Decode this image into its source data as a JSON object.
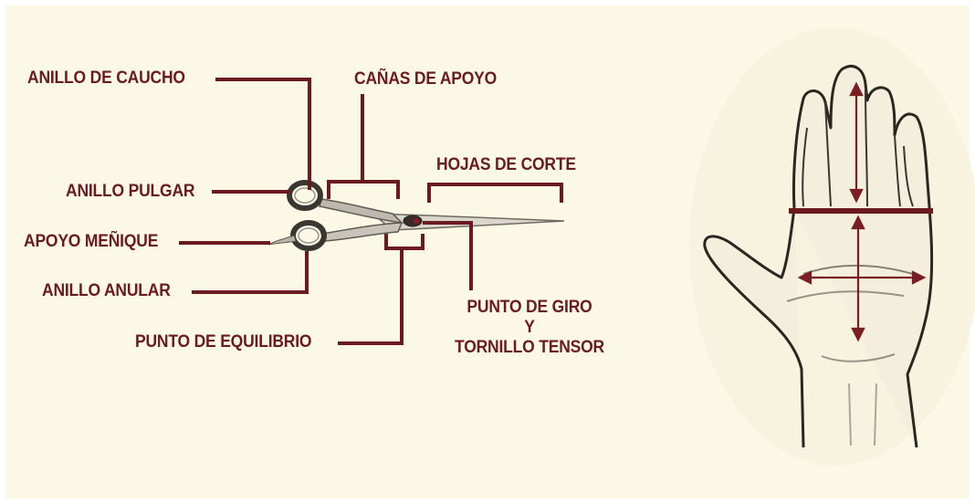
{
  "labels": {
    "anillo_caucho": "ANILLO DE CAUCHO",
    "canas_apoyo": "CAÑAS DE APOYO",
    "hojas_corte": "HOJAS DE CORTE",
    "anillo_pulgar": "ANILLO PULGAR",
    "apoyo_menique": "APOYO MEÑIQUE",
    "anillo_anular": "ANILLO ANULAR",
    "punto_equilibrio": "PUNTO DE EQUILIBRIO",
    "punto_giro_1": "PUNTO DE GIRO",
    "punto_giro_2": "Y",
    "punto_giro_3": "TORNILLO TENSOR"
  },
  "colors": {
    "background": "#fbf8e6",
    "accent": "#6b1a1d",
    "sketch": "#2a2622"
  }
}
